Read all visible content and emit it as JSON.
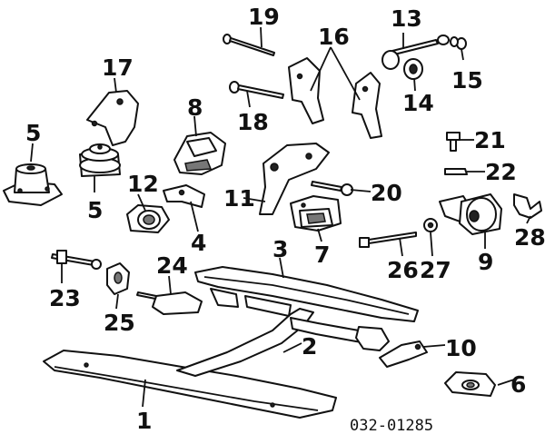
{
  "diagram": {
    "catalog_number": "032-01285",
    "callouts": [
      {
        "id": "c1",
        "label": "1"
      },
      {
        "id": "c2",
        "label": "2"
      },
      {
        "id": "c3",
        "label": "3"
      },
      {
        "id": "c4",
        "label": "4"
      },
      {
        "id": "c5a",
        "label": "5"
      },
      {
        "id": "c5b",
        "label": "5"
      },
      {
        "id": "c6",
        "label": "6"
      },
      {
        "id": "c7",
        "label": "7"
      },
      {
        "id": "c8",
        "label": "8"
      },
      {
        "id": "c9",
        "label": "9"
      },
      {
        "id": "c10",
        "label": "10"
      },
      {
        "id": "c11",
        "label": "11"
      },
      {
        "id": "c12",
        "label": "12"
      },
      {
        "id": "c13",
        "label": "13"
      },
      {
        "id": "c14",
        "label": "14"
      },
      {
        "id": "c15",
        "label": "15"
      },
      {
        "id": "c16",
        "label": "16"
      },
      {
        "id": "c17",
        "label": "17"
      },
      {
        "id": "c18",
        "label": "18"
      },
      {
        "id": "c19",
        "label": "19"
      },
      {
        "id": "c20",
        "label": "20"
      },
      {
        "id": "c21",
        "label": "21"
      },
      {
        "id": "c22",
        "label": "22"
      },
      {
        "id": "c23",
        "label": "23"
      },
      {
        "id": "c24",
        "label": "24"
      },
      {
        "id": "c25",
        "label": "25"
      },
      {
        "id": "c26",
        "label": "26"
      },
      {
        "id": "c27",
        "label": "27"
      },
      {
        "id": "c28",
        "label": "28"
      }
    ]
  }
}
